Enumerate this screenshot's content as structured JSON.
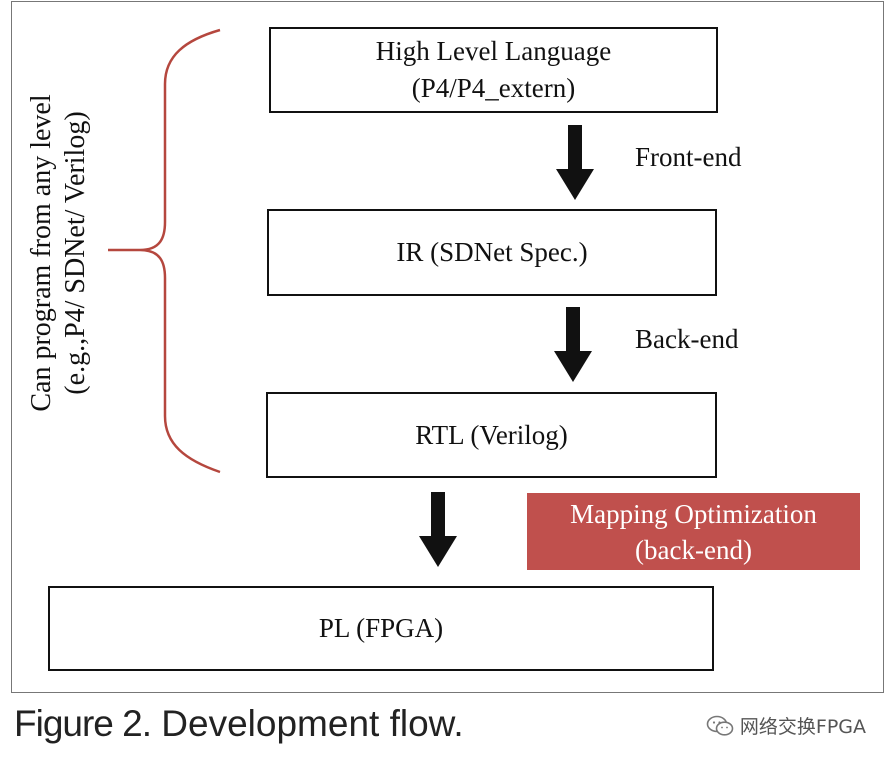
{
  "boxes": {
    "hll": {
      "line1": "High Level Language",
      "line2": "(P4/P4_extern)"
    },
    "ir": {
      "line1": "IR (SDNet Spec.)"
    },
    "rtl": {
      "line1": "RTL (Verilog)"
    },
    "pl": {
      "line1": "PL (FPGA)"
    }
  },
  "stage_labels": {
    "front_end": "Front-end",
    "back_end": "Back-end"
  },
  "mapping": {
    "line1": "Mapping Optimization",
    "line2": "(back-end)"
  },
  "side_note": {
    "line1": "Can program from any level",
    "line2": "(e.g.,P4/ SDNet/ Verilog)"
  },
  "caption": {
    "figure": "Figure 2.",
    "text": " Development flow."
  },
  "watermark": {
    "text": "网络交换FPGA",
    "icon": "wechat-icon"
  },
  "colors": {
    "accent": "#c0504d",
    "brace": "#b5473e",
    "border": "#111111"
  }
}
